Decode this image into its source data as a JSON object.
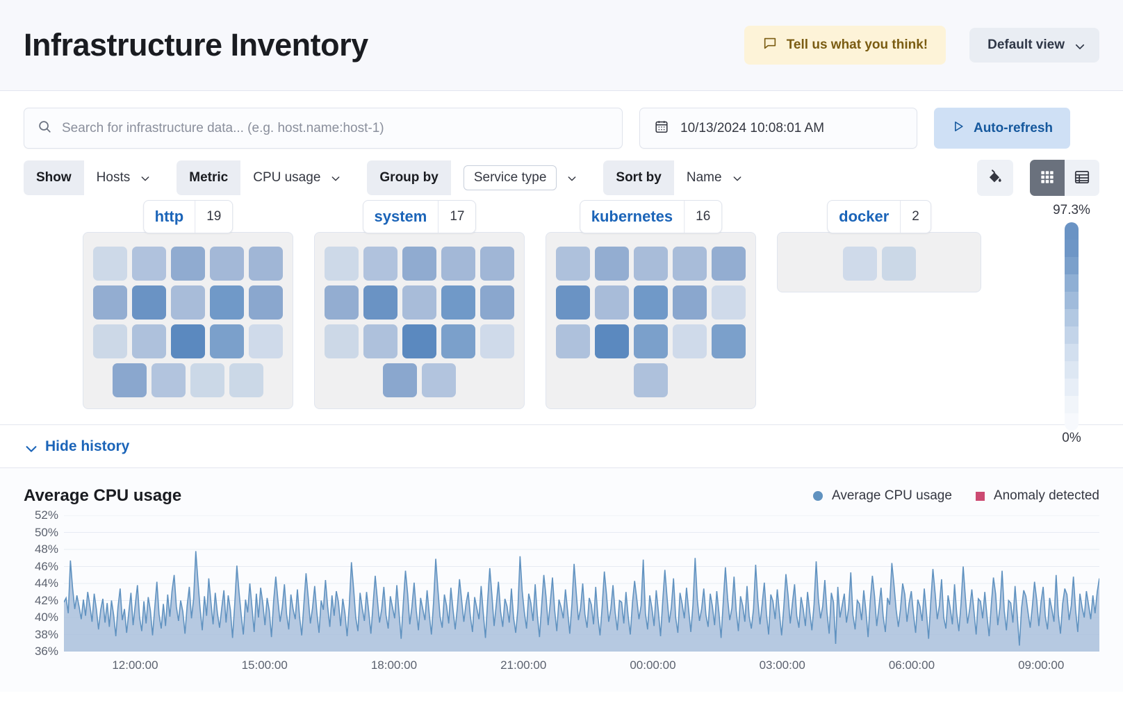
{
  "header": {
    "title": "Infrastructure Inventory",
    "feedback_label": "Tell us what you think!",
    "feedback_icon": "comment-icon",
    "view_label": "Default view",
    "view_icon": "chevron-down-icon"
  },
  "search": {
    "placeholder": "Search for infrastructure data... (e.g. host.name:host-1)",
    "value": "",
    "icon": "search-icon"
  },
  "datepicker": {
    "value": "10/13/2024 10:08:01 AM",
    "icon": "calendar-icon"
  },
  "refresh": {
    "label": "Auto-refresh",
    "icon": "play-icon"
  },
  "filters": [
    {
      "label": "Show",
      "value": "Hosts",
      "boxed": false
    },
    {
      "label": "Metric",
      "value": "CPU usage",
      "boxed": false
    },
    {
      "label": "Group by",
      "value": "Service type",
      "boxed": true
    },
    {
      "label": "Sort by",
      "value": "Name",
      "boxed": false
    }
  ],
  "view_controls": {
    "palette_icon": "color-fill-icon",
    "grid_icon": "grid-view-icon",
    "table_icon": "table-view-icon",
    "active": "grid"
  },
  "legend_scale": {
    "max_label": "97.3%",
    "min_label": "0%",
    "colors": [
      "#6a93c4",
      "#6e96c6",
      "#7ba0cb",
      "#8fafd4",
      "#a0bbdb",
      "#b2c8e2",
      "#c3d4e9",
      "#d2dfef",
      "#dde7f3",
      "#e7eef7",
      "#f1f5fa",
      "#f7f9fd"
    ]
  },
  "groups": [
    {
      "name": "http",
      "count": "19",
      "rows": [
        [
          "#cdd9e8",
          "#b0c2dd",
          "#90abd0",
          "#a3b8d7",
          "#a0b6d6"
        ],
        [
          "#93add1",
          "#6a93c4",
          "#a8bcd9",
          "#7099c8",
          "#8aa7ce"
        ],
        [
          "#ccd8e7",
          "#aec1dc",
          "#5b89bf",
          "#7ba0cb",
          "#cfdaea"
        ],
        [
          "#8aa7ce",
          "#b2c4de",
          "#cbd8e7",
          "#cbd8e7"
        ]
      ]
    },
    {
      "name": "system",
      "count": "17",
      "rows": [
        [
          "#cdd9e8",
          "#b0c2dd",
          "#90abd0",
          "#a3b8d7",
          "#a0b6d6"
        ],
        [
          "#93add1",
          "#6a93c4",
          "#a8bcd9",
          "#7099c8",
          "#8aa7ce"
        ],
        [
          "#ccd8e7",
          "#aec1dc",
          "#5b89bf",
          "#7ba0cb",
          "#cfdaea"
        ],
        [
          "#8aa7ce",
          "#b2c4de"
        ]
      ]
    },
    {
      "name": "kubernetes",
      "count": "16",
      "rows": [
        [
          "#aec1dc",
          "#93add1",
          "#a8bcd9",
          "#a8bcd9",
          "#93add1"
        ],
        [
          "#6a93c4",
          "#a8bcd9",
          "#7099c8",
          "#8aa7ce",
          "#cfdaea"
        ],
        [
          "#aec1dc",
          "#5b89bf",
          "#7ba0cb",
          "#cfdaea",
          "#7ba0cb"
        ],
        [
          "#aec1dc"
        ]
      ]
    },
    {
      "name": "docker",
      "count": "2",
      "rows": [
        [
          "#cfdaea",
          "#cbd8e7"
        ]
      ]
    }
  ],
  "history_toggle": {
    "label": "Hide history",
    "icon": "chevron-down-icon"
  },
  "chart_data": {
    "type": "area",
    "title": "Average CPU usage",
    "xlabel": "",
    "ylabel": "",
    "ylim": [
      36,
      52
    ],
    "grid": true,
    "legend_position": "top-right",
    "legend": [
      {
        "name": "Average CPU usage",
        "color": "#6092c0",
        "marker": "circle"
      },
      {
        "name": "Anomaly detected",
        "color": "#cc4a72",
        "marker": "square"
      }
    ],
    "yticks": [
      "52%",
      "50%",
      "48%",
      "46%",
      "44%",
      "42%",
      "40%",
      "38%",
      "36%"
    ],
    "xticks": [
      "12:00:00",
      "15:00:00",
      "18:00:00",
      "21:00:00",
      "00:00:00",
      "03:00:00",
      "06:00:00",
      "09:00:00"
    ],
    "series": [
      {
        "name": "Average CPU usage",
        "color": "#6092c0",
        "fill": "#a9c0dc",
        "values": [
          41.8,
          42.3,
          40.5,
          46.7,
          43.5,
          41.0,
          42.6,
          41.3,
          39.8,
          42.1,
          40.2,
          43.0,
          41.4,
          39.5,
          42.8,
          41.0,
          38.6,
          40.9,
          42.2,
          39.4,
          41.7,
          38.9,
          42.0,
          40.3,
          37.8,
          41.2,
          43.4,
          39.7,
          41.0,
          38.2,
          40.6,
          42.9,
          39.1,
          41.5,
          43.8,
          40.0,
          38.4,
          41.9,
          39.3,
          42.4,
          40.8,
          37.9,
          41.1,
          44.2,
          40.4,
          38.7,
          41.6,
          39.0,
          42.7,
          40.1,
          43.1,
          45.0,
          41.3,
          39.6,
          42.0,
          40.7,
          38.1,
          41.4,
          43.6,
          39.9,
          42.2,
          47.8,
          44.3,
          41.0,
          38.5,
          42.5,
          40.2,
          44.6,
          41.8,
          39.2,
          42.9,
          40.5,
          38.8,
          41.1,
          43.2,
          39.4,
          42.6,
          40.9,
          37.6,
          41.5,
          46.1,
          43.0,
          40.3,
          38.0,
          42.1,
          40.6,
          44.0,
          41.2,
          38.3,
          42.8,
          40.0,
          43.5,
          41.7,
          39.1,
          42.3,
          40.8,
          37.7,
          41.9,
          44.8,
          42.0,
          39.5,
          41.2,
          43.9,
          40.4,
          38.6,
          42.7,
          41.0,
          39.8,
          43.3,
          40.1,
          37.9,
          41.6,
          45.2,
          42.4,
          39.3,
          41.1,
          43.7,
          40.6,
          38.2,
          42.0,
          40.9,
          44.4,
          41.3,
          38.9,
          42.6,
          40.2,
          43.1,
          41.8,
          39.0,
          42.2,
          40.5,
          37.8,
          41.4,
          46.5,
          43.4,
          40.0,
          38.4,
          42.9,
          41.1,
          39.6,
          43.0,
          40.7,
          38.1,
          41.5,
          44.9,
          42.1,
          39.4,
          41.0,
          43.6,
          40.3,
          38.7,
          42.5,
          41.2,
          39.9,
          43.8,
          40.6,
          37.5,
          41.7,
          45.5,
          42.8,
          39.2,
          41.3,
          44.1,
          40.8,
          38.5,
          42.3,
          41.0,
          39.7,
          43.2,
          40.4,
          38.0,
          41.8,
          46.9,
          43.3,
          40.1,
          38.8,
          42.7,
          41.4,
          39.3,
          43.5,
          40.9,
          38.6,
          41.2,
          44.5,
          42.0,
          39.5,
          41.6,
          43.0,
          40.2,
          38.3,
          42.4,
          41.1,
          39.8,
          43.7,
          40.5,
          37.6,
          41.9,
          45.8,
          42.6,
          39.0,
          41.5,
          44.2,
          40.7,
          38.9,
          42.2,
          41.3,
          39.4,
          43.4,
          40.0,
          38.2,
          41.0,
          47.2,
          43.1,
          40.6,
          38.7,
          42.8,
          41.7,
          39.6,
          43.9,
          40.3,
          37.7,
          41.4,
          45.0,
          42.5,
          39.1,
          41.8,
          44.7,
          40.9,
          38.4,
          42.1,
          41.2,
          39.9,
          43.3,
          40.8,
          38.1,
          41.6,
          46.3,
          42.9,
          39.7,
          41.1,
          44.0,
          40.4,
          38.8,
          42.3,
          41.5,
          39.2,
          43.6,
          40.1,
          37.9,
          41.3,
          45.4,
          42.7,
          39.5,
          41.0,
          43.8,
          40.6,
          38.5,
          42.0,
          41.8,
          39.3,
          43.0,
          40.2,
          38.0,
          41.7,
          44.3,
          42.2,
          39.8,
          41.4,
          46.8,
          40.5,
          38.6,
          42.6,
          41.1,
          39.0,
          43.2,
          40.7,
          37.8,
          41.9,
          45.6,
          42.4,
          39.4,
          41.2,
          44.6,
          40.0,
          38.2,
          42.9,
          41.6,
          39.9,
          43.5,
          40.9,
          38.3,
          41.5,
          47.0,
          42.1,
          39.6,
          41.0,
          43.4,
          40.3,
          38.9,
          42.8,
          41.3,
          39.1,
          43.1,
          40.6,
          37.6,
          41.8,
          45.9,
          42.3,
          39.7,
          41.1,
          44.8,
          40.8,
          38.4,
          42.5,
          41.4,
          39.5,
          43.7,
          40.1,
          38.7,
          41.0,
          46.2,
          42.0,
          39.2,
          41.6,
          44.1,
          40.4,
          38.0,
          42.7,
          41.9,
          39.8,
          43.3,
          40.5,
          37.9,
          41.2,
          45.1,
          42.6,
          39.3,
          41.7,
          43.9,
          40.2,
          38.8,
          42.4,
          41.0,
          39.0,
          43.0,
          40.7,
          38.5,
          41.5,
          46.6,
          42.2,
          39.9,
          41.3,
          44.4,
          40.6,
          38.1,
          42.9,
          41.8,
          36.9,
          43.6,
          40.0,
          41.4,
          42.8,
          39.4,
          41.1,
          45.3,
          40.3,
          38.6,
          42.0,
          41.6,
          39.7,
          43.2,
          40.8,
          37.7,
          41.9,
          44.9,
          42.5,
          39.0,
          41.2,
          43.5,
          40.1,
          38.3,
          42.3,
          41.5,
          46.4,
          43.8,
          40.9,
          38.9,
          41.0,
          44.0,
          42.7,
          39.5,
          41.7,
          43.1,
          40.4,
          38.2,
          42.1,
          41.3,
          39.6,
          43.4,
          40.6,
          37.5,
          41.8,
          45.7,
          42.9,
          39.8,
          41.4,
          44.5,
          40.0,
          38.7,
          42.6,
          41.1,
          39.2,
          43.9,
          40.5,
          38.4,
          41.6,
          46.0,
          42.4,
          39.3,
          41.0,
          43.3,
          40.7,
          38.0,
          42.2,
          41.9,
          39.9,
          43.0,
          40.2,
          37.8,
          41.5,
          44.7,
          42.8,
          39.1,
          41.2,
          45.5,
          40.8,
          38.5,
          42.0,
          41.7,
          39.4,
          43.7,
          40.3,
          36.7,
          41.1,
          43.2,
          42.5,
          40.6,
          38.8,
          41.3,
          44.2,
          42.1,
          39.0,
          41.8,
          43.6,
          40.1,
          38.6,
          42.3,
          41.0,
          39.5,
          45.0,
          40.4,
          38.1,
          41.6,
          43.4,
          42.7,
          39.7,
          41.4,
          44.8,
          40.9,
          38.3,
          42.8,
          41.2,
          40.0,
          43.1,
          41.5,
          39.8,
          42.6,
          40.5,
          43.0,
          44.6
        ]
      }
    ]
  }
}
